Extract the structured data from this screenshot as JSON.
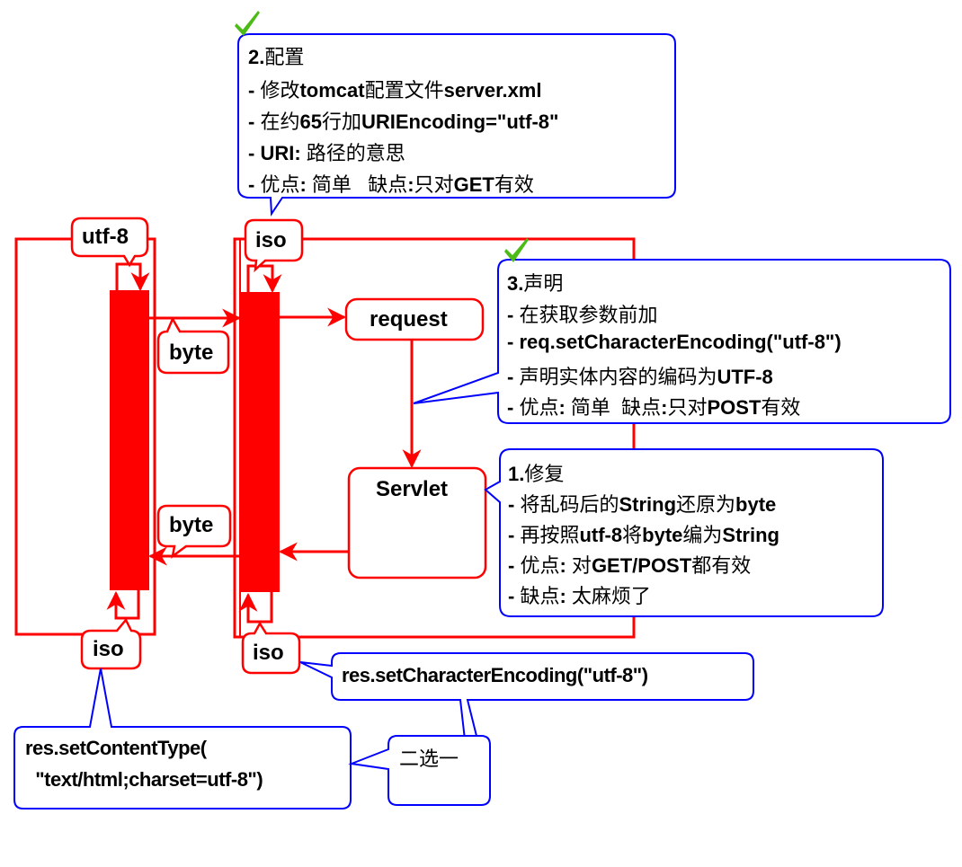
{
  "colors": {
    "flow": "#ff0000",
    "callout": "#0000ff",
    "check": "#4cbb17",
    "text": "#000000",
    "background": "#ffffff"
  },
  "nodes": {
    "client_encoding": "utf-8",
    "server_in_encoding": "iso",
    "client_out_encoding": "iso",
    "server_out_encoding": "iso",
    "byte_to_server": "byte",
    "byte_to_client": "byte",
    "request": "request",
    "servlet": "Servlet"
  },
  "callouts": {
    "config": {
      "checked": true,
      "title_num": "2.",
      "title": "配置",
      "lines": [
        [
          {
            "t": "- ",
            "b": true
          },
          {
            "t": "修改",
            "b": false
          },
          {
            "t": "tomcat",
            "b": true
          },
          {
            "t": "配置文件",
            "b": false
          },
          {
            "t": "server.xml",
            "b": true
          }
        ],
        [
          {
            "t": "- ",
            "b": true
          },
          {
            "t": "在约",
            "b": false
          },
          {
            "t": "65",
            "b": true
          },
          {
            "t": "行加",
            "b": false
          },
          {
            "t": "URIEncoding=\"utf-8\"",
            "b": true
          }
        ],
        [
          {
            "t": "- URI: ",
            "b": true
          },
          {
            "t": "路径的意思",
            "b": false
          }
        ],
        [
          {
            "t": "- ",
            "b": true
          },
          {
            "t": "优点",
            "b": false
          },
          {
            "t": ": ",
            "b": true
          },
          {
            "t": "简单   缺点",
            "b": false
          },
          {
            "t": ":",
            "b": true
          },
          {
            "t": "只对",
            "b": false
          },
          {
            "t": "GET",
            "b": true
          },
          {
            "t": "有效",
            "b": false
          }
        ]
      ]
    },
    "declare": {
      "checked": true,
      "title_num": "3.",
      "title": "声明",
      "lines": [
        [
          {
            "t": "- ",
            "b": true
          },
          {
            "t": "在获取参数前加",
            "b": false
          }
        ],
        [
          {
            "t": "- req.setCharacterEncoding(\"utf-8\")",
            "b": true
          }
        ],
        [
          {
            "t": "- ",
            "b": true
          },
          {
            "t": "声明实体内容的编码为",
            "b": false
          },
          {
            "t": "UTF-8",
            "b": true
          }
        ],
        [
          {
            "t": "- ",
            "b": true
          },
          {
            "t": "优点",
            "b": false
          },
          {
            "t": ": ",
            "b": true
          },
          {
            "t": "简单  缺点",
            "b": false
          },
          {
            "t": ":",
            "b": true
          },
          {
            "t": "只对",
            "b": false
          },
          {
            "t": "POST",
            "b": true
          },
          {
            "t": "有效",
            "b": false
          }
        ]
      ]
    },
    "repair": {
      "checked": false,
      "title_num": "1.",
      "title": "修复",
      "lines": [
        [
          {
            "t": "- ",
            "b": true
          },
          {
            "t": "将乱码后的",
            "b": false
          },
          {
            "t": "String",
            "b": true
          },
          {
            "t": "还原为",
            "b": false
          },
          {
            "t": "byte",
            "b": true
          }
        ],
        [
          {
            "t": "- ",
            "b": true
          },
          {
            "t": "再按照",
            "b": false
          },
          {
            "t": "utf-8",
            "b": true
          },
          {
            "t": "将",
            "b": false
          },
          {
            "t": "byte",
            "b": true
          },
          {
            "t": "编为",
            "b": false
          },
          {
            "t": "String",
            "b": true
          }
        ],
        [
          {
            "t": "- ",
            "b": true
          },
          {
            "t": "优点",
            "b": false
          },
          {
            "t": ": ",
            "b": true
          },
          {
            "t": "对",
            "b": false
          },
          {
            "t": "GET/POST",
            "b": true
          },
          {
            "t": "都有效",
            "b": false
          }
        ],
        [
          {
            "t": "- ",
            "b": true
          },
          {
            "t": "缺点",
            "b": false
          },
          {
            "t": ": ",
            "b": true
          },
          {
            "t": "太麻烦了",
            "b": false
          }
        ]
      ]
    },
    "res_char_encoding": "res.setCharacterEncoding(\"utf-8\")",
    "res_content_type_line1": "res.setContentType(",
    "res_content_type_line2": "  \"text/html;charset=utf-8\")",
    "choose_one": "二选一"
  }
}
